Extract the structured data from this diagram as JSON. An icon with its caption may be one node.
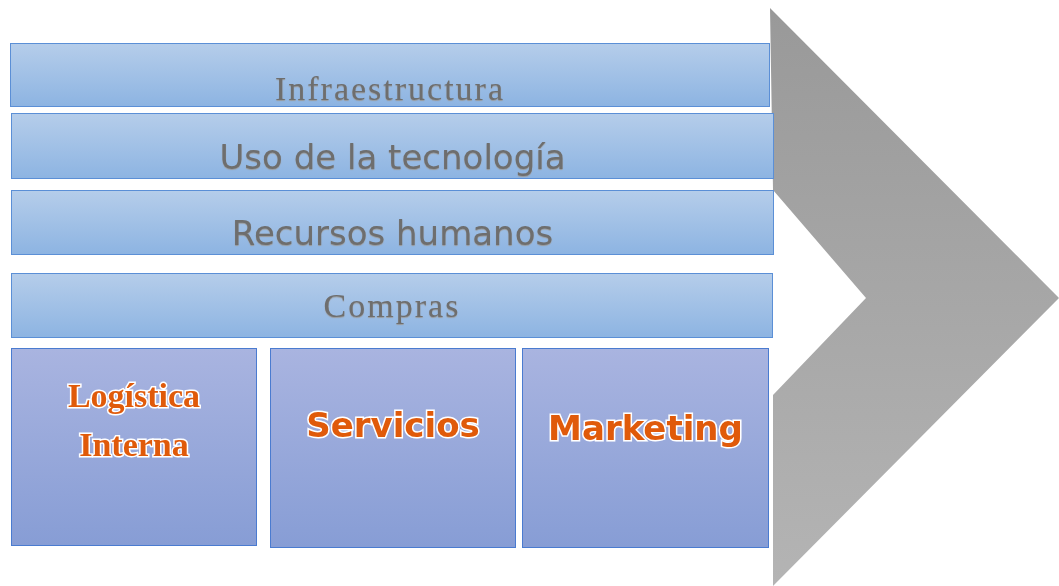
{
  "diagram": {
    "nodes": [
      {
        "text": [
          "Infraestructura"
        ]
      },
      {
        "text": [
          "Uso de la tecnología"
        ]
      },
      {
        "text": [
          "Recursos humanos"
        ]
      },
      {
        "text": [
          "Compras"
        ]
      },
      {
        "text": [
          "Logística Interna"
        ]
      },
      {
        "text": [
          "Servicios"
        ]
      },
      {
        "text": [
          "Marketing"
        ]
      }
    ]
  }
}
